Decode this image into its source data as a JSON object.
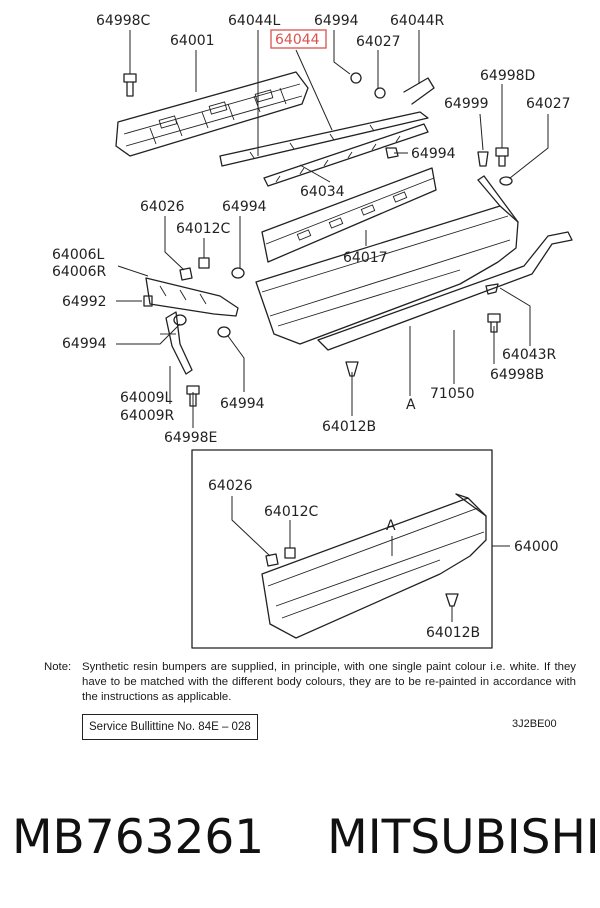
{
  "diagram": {
    "part_numbers": {
      "p64998C": "64998C",
      "p64001": "64001",
      "p64044L": "64044L",
      "p64994_top": "64994",
      "p64044R": "64044R",
      "p64044_hl": "64044",
      "p64027_top": "64027",
      "p64998D": "64998D",
      "p64999": "64999",
      "p64027_right": "64027",
      "p64994_mid": "64994",
      "p64034": "64034",
      "p64026": "64026",
      "p64994_left": "64994",
      "p64012C": "64012C",
      "p64017": "64017",
      "p64006L": "64006L",
      "p64006R": "64006R",
      "p64992": "64992",
      "p64994_bl": "64994",
      "p64043R": "64043R",
      "p64998B": "64998B",
      "p64009L": "64009L",
      "p64009R": "64009R",
      "p64994_bot": "64994",
      "p64998E": "64998E",
      "callout_A": "A",
      "p71050": "71050",
      "p64012B": "64012B",
      "box_64026": "64026",
      "box_64012C": "64012C",
      "box_A": "A",
      "box_64000": "64000",
      "box_64012B": "64012B"
    },
    "highlight_color": "#d9534f"
  },
  "note": {
    "label": "Note:",
    "text": "Synthetic resin bumpers are supplied, in principle, with one single paint colour i.e. white. If they have to be matched with the different body colours, they are to be re-painted in accordance with the instructions as applicable."
  },
  "bulletin": "Service Bullittine No. 84E – 028",
  "diagram_code": "3J2BE00",
  "footer": {
    "part_number": "MB763261",
    "manufacturer": "MITSUBISHI"
  }
}
